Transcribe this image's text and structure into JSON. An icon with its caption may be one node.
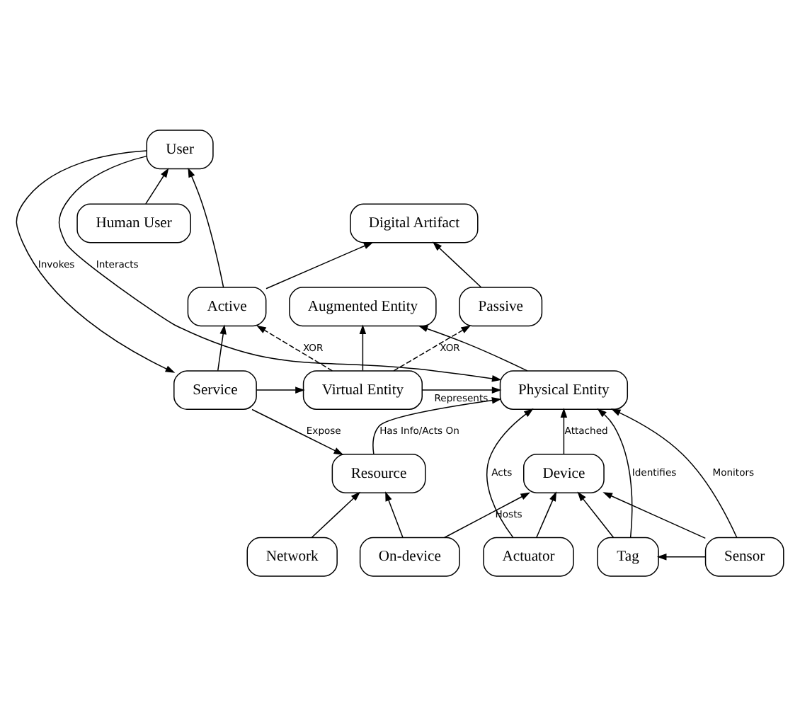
{
  "diagram": {
    "nodes": [
      {
        "text": [
          "User"
        ]
      },
      {
        "text": [
          "Digital Artifact"
        ]
      },
      {
        "text": [
          "Human User"
        ]
      },
      {
        "text": [
          "Active"
        ]
      },
      {
        "text": [
          "Passive"
        ]
      },
      {
        "text": [
          "Service"
        ]
      },
      {
        "text": [
          "Augmented Entity"
        ]
      },
      {
        "text": [
          "Virtual Entity"
        ]
      },
      {
        "text": [
          "Physical Entity"
        ]
      },
      {
        "text": [
          "Resource"
        ]
      },
      {
        "text": [
          "Device"
        ]
      },
      {
        "text": [
          "Network"
        ]
      },
      {
        "text": [
          "On-device"
        ]
      },
      {
        "text": [
          "Actuator"
        ]
      },
      {
        "text": [
          "Tag"
        ]
      },
      {
        "text": [
          "Sensor"
        ]
      }
    ],
    "edges": [
      {
        "from": 0,
        "to": 5,
        "arrow": "to",
        "label": "Invokes"
      },
      {
        "from": 0,
        "to": 8,
        "arrow": "to",
        "label": "Interacts"
      },
      {
        "from": 3,
        "to": 0,
        "arrow": "to"
      },
      {
        "from": 2,
        "to": 0,
        "arrow": "to"
      },
      {
        "from": 3,
        "to": 1,
        "arrow": "to"
      },
      {
        "from": 4,
        "to": 1,
        "arrow": "to"
      },
      {
        "from": 5,
        "to": 3,
        "arrow": "to"
      },
      {
        "from": 7,
        "to": 3,
        "arrow": "to",
        "label": "XOR",
        "style": "dashed"
      },
      {
        "from": 7,
        "to": 4,
        "arrow": "to",
        "label": "XOR",
        "style": "dashed"
      },
      {
        "from": 5,
        "to": 7,
        "arrow": "to"
      },
      {
        "from": 7,
        "to": 6,
        "arrow": "to"
      },
      {
        "from": 8,
        "to": 6,
        "arrow": "to"
      },
      {
        "from": 7,
        "to": 8,
        "arrow": "to",
        "label": "Represents"
      },
      {
        "from": 9,
        "to": 8,
        "arrow": "to",
        "label": "Has Info/Acts On"
      },
      {
        "from": 10,
        "to": 8,
        "arrow": "to",
        "label": "Attached"
      },
      {
        "from": 5,
        "to": 9,
        "arrow": "to",
        "label": "Expose"
      },
      {
        "from": 11,
        "to": 9,
        "arrow": "to"
      },
      {
        "from": 12,
        "to": 9,
        "arrow": "to"
      },
      {
        "from": 12,
        "to": 10,
        "arrow": "to",
        "label": "Hosts"
      },
      {
        "from": 13,
        "to": 10,
        "arrow": "to"
      },
      {
        "from": 14,
        "to": 10,
        "arrow": "to"
      },
      {
        "from": 15,
        "to": 10,
        "arrow": "to"
      },
      {
        "from": 13,
        "to": 8,
        "arrow": "to",
        "label": "Acts"
      },
      {
        "from": 14,
        "to": 8,
        "arrow": "to",
        "label": "Identifies"
      },
      {
        "from": 15,
        "to": 8,
        "arrow": "to",
        "label": "Monitors"
      },
      {
        "from": 15,
        "to": 14,
        "arrow": "to"
      }
    ]
  }
}
